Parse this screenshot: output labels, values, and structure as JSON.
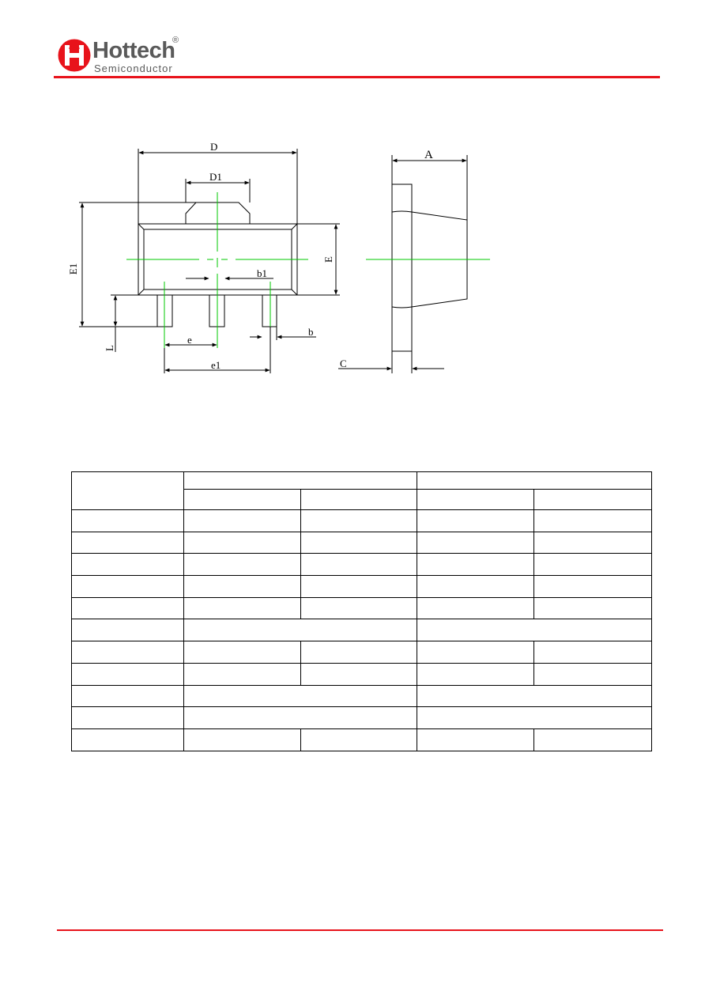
{
  "header": {
    "brand_name": "Hottech",
    "brand_sub": "Semiconductor",
    "registered_mark": "®",
    "logo_icon": "hottech-logo-icon"
  },
  "colors": {
    "accent_red": "#e8131b",
    "logo_gray": "#5a5a5a",
    "centerline_green": "#00c800",
    "ink": "#000000"
  },
  "drawing": {
    "labels": {
      "D": "D",
      "D1": "D1",
      "E1": "E1",
      "E": "E",
      "b1": "b1",
      "L": "L",
      "e": "e",
      "b": "b",
      "e1": "e1",
      "A": "A",
      "C": "C"
    }
  }
}
